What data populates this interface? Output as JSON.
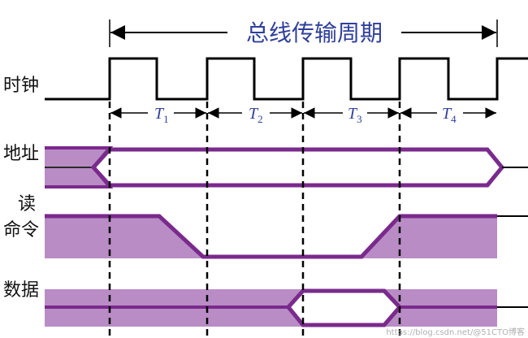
{
  "title": "总线传输周期",
  "signals": {
    "clock": "时钟",
    "address": "地址",
    "read_cmd_line1": "读",
    "read_cmd_line2": "命令",
    "data": "数据"
  },
  "periods": [
    {
      "main": "T",
      "sub": "1"
    },
    {
      "main": "T",
      "sub": "2"
    },
    {
      "main": "T",
      "sub": "3"
    },
    {
      "main": "T",
      "sub": "4"
    }
  ],
  "watermark": "https://blog.csdn.net/@51CTO博客",
  "colors": {
    "signal": "#7a2a8c",
    "fill": "#b98cc5",
    "title": "#2f3f9a"
  }
}
